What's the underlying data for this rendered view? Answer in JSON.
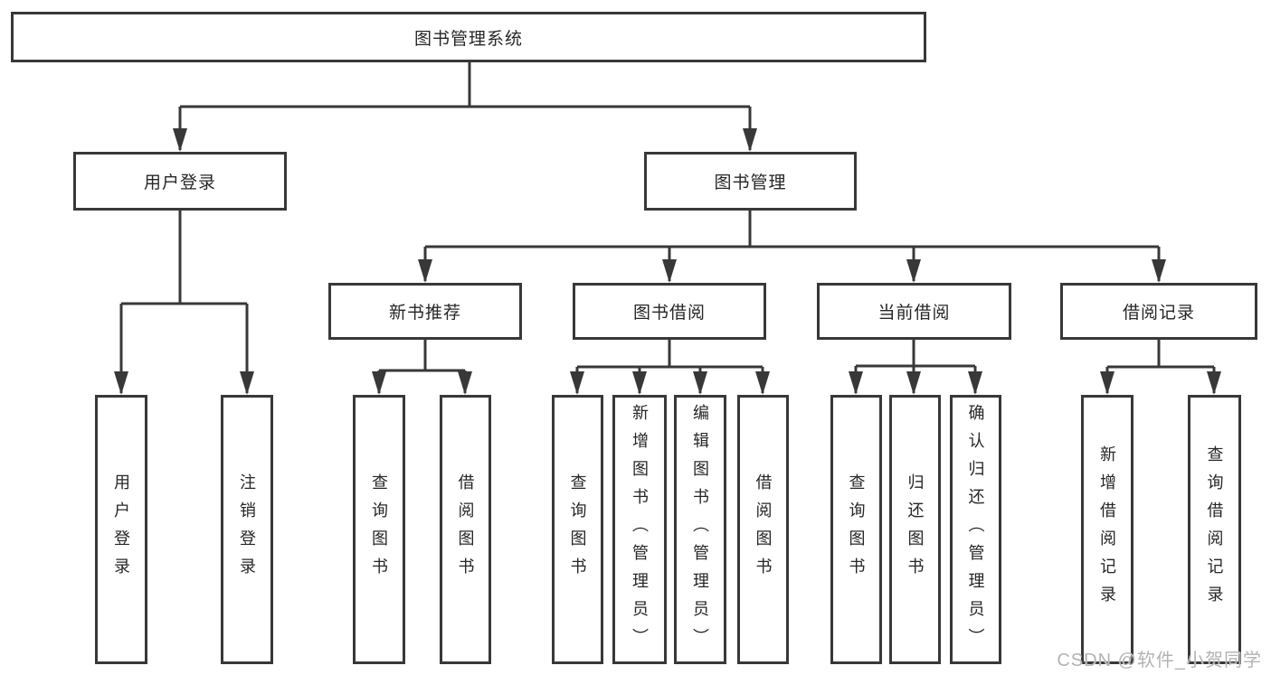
{
  "colors": {
    "line": "#383838",
    "box_border": "#383838",
    "text": "#262626",
    "background": "#ffffff",
    "watermark": "#b3b3b3"
  },
  "watermark": {
    "text": "CSDN @软件_小贺同学"
  },
  "tree": {
    "label": "图书管理系统",
    "children": [
      {
        "label": "用户登录",
        "children": [
          {
            "label": "用户登录"
          },
          {
            "label": "注销登录"
          }
        ]
      },
      {
        "label": "图书管理",
        "children": [
          {
            "label": "新书推荐",
            "children": [
              {
                "label": "查询图书"
              },
              {
                "label": "借阅图书"
              }
            ]
          },
          {
            "label": "图书借阅",
            "children": [
              {
                "label": "查询图书"
              },
              {
                "label": "新增图书（管理员）"
              },
              {
                "label": "编辑图书（管理员）"
              },
              {
                "label": "借阅图书"
              }
            ]
          },
          {
            "label": "当前借阅",
            "children": [
              {
                "label": "查询图书"
              },
              {
                "label": "归还图书"
              },
              {
                "label": "确认归还（管理员）"
              }
            ]
          },
          {
            "label": "借阅记录",
            "children": [
              {
                "label": "新增借阅记录"
              },
              {
                "label": "查询借阅记录"
              }
            ]
          }
        ]
      }
    ]
  }
}
